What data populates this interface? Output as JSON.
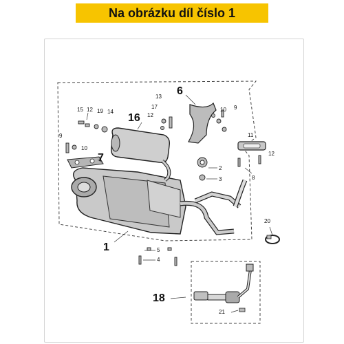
{
  "banner": {
    "text": "Na obrázku díl číslo 1",
    "background": "#f7c400"
  },
  "callouts": {
    "n1": "1",
    "n2": "2",
    "n3": "3",
    "n4": "4",
    "n5": "5",
    "n6": "6",
    "n7": "7",
    "n8": "8",
    "n9a": "9",
    "n9b": "9",
    "n10a": "10",
    "n10b": "10",
    "n11": "11",
    "n12a": "12",
    "n12b": "12",
    "n12c": "12",
    "n13": "13",
    "n14": "14",
    "n15": "15",
    "n16": "16",
    "n17": "17",
    "n18": "18",
    "n19": "19",
    "n20": "20",
    "n21": "21"
  }
}
